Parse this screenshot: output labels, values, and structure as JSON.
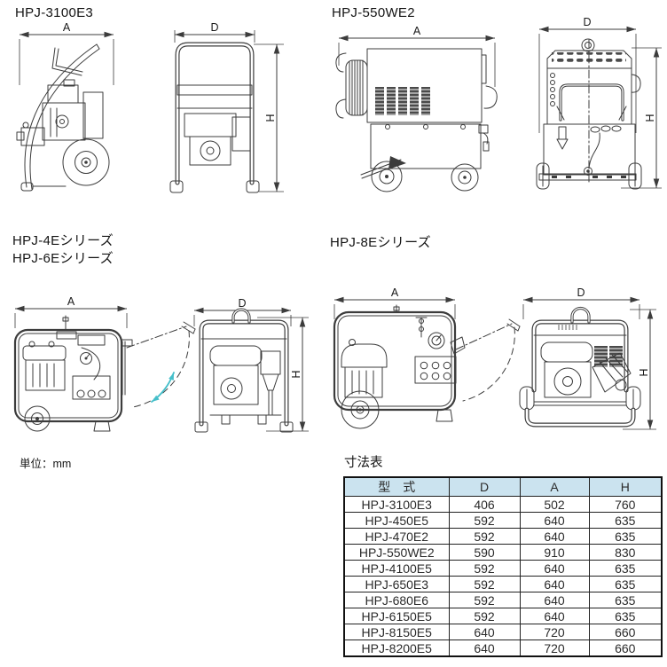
{
  "page": {
    "unit_label": "単位：mm"
  },
  "figures": {
    "f1": {
      "title": "HPJ-3100E3",
      "dim_a": "A",
      "dim_d": "D",
      "dim_h": "H"
    },
    "f2": {
      "title": "HPJ-550WE2",
      "dim_a": "A",
      "dim_d": "D",
      "dim_h": "H"
    },
    "f3": {
      "title_line1": "HPJ-4Eシリーズ",
      "title_line2": "HPJ-6Eシリーズ",
      "dim_a": "A",
      "dim_d": "D",
      "dim_h": "H"
    },
    "f4": {
      "title": "HPJ-8Eシリーズ",
      "dim_a": "A",
      "dim_d": "D",
      "dim_h": "H"
    }
  },
  "dimension_table": {
    "title": "寸法表",
    "headers": [
      "型　式",
      "D",
      "A",
      "H"
    ],
    "rows": [
      [
        "HPJ-3100E3",
        "406",
        "502",
        "760"
      ],
      [
        "HPJ-450E5",
        "592",
        "640",
        "635"
      ],
      [
        "HPJ-470E2",
        "592",
        "640",
        "635"
      ],
      [
        "HPJ-550WE2",
        "590",
        "910",
        "830"
      ],
      [
        "HPJ-4100E5",
        "592",
        "640",
        "635"
      ],
      [
        "HPJ-650E3",
        "592",
        "640",
        "635"
      ],
      [
        "HPJ-680E6",
        "592",
        "640",
        "635"
      ],
      [
        "HPJ-6150E5",
        "592",
        "640",
        "635"
      ],
      [
        "HPJ-8150E5",
        "640",
        "720",
        "660"
      ],
      [
        "HPJ-8200E5",
        "640",
        "720",
        "660"
      ]
    ],
    "header_bg": "#cbe3ef"
  },
  "colors": {
    "line_art": "#3c3c3c",
    "accent_cyan": "#45bfca",
    "table_header_bg": "#cbe3ef",
    "table_border": "#1a1a1a"
  }
}
